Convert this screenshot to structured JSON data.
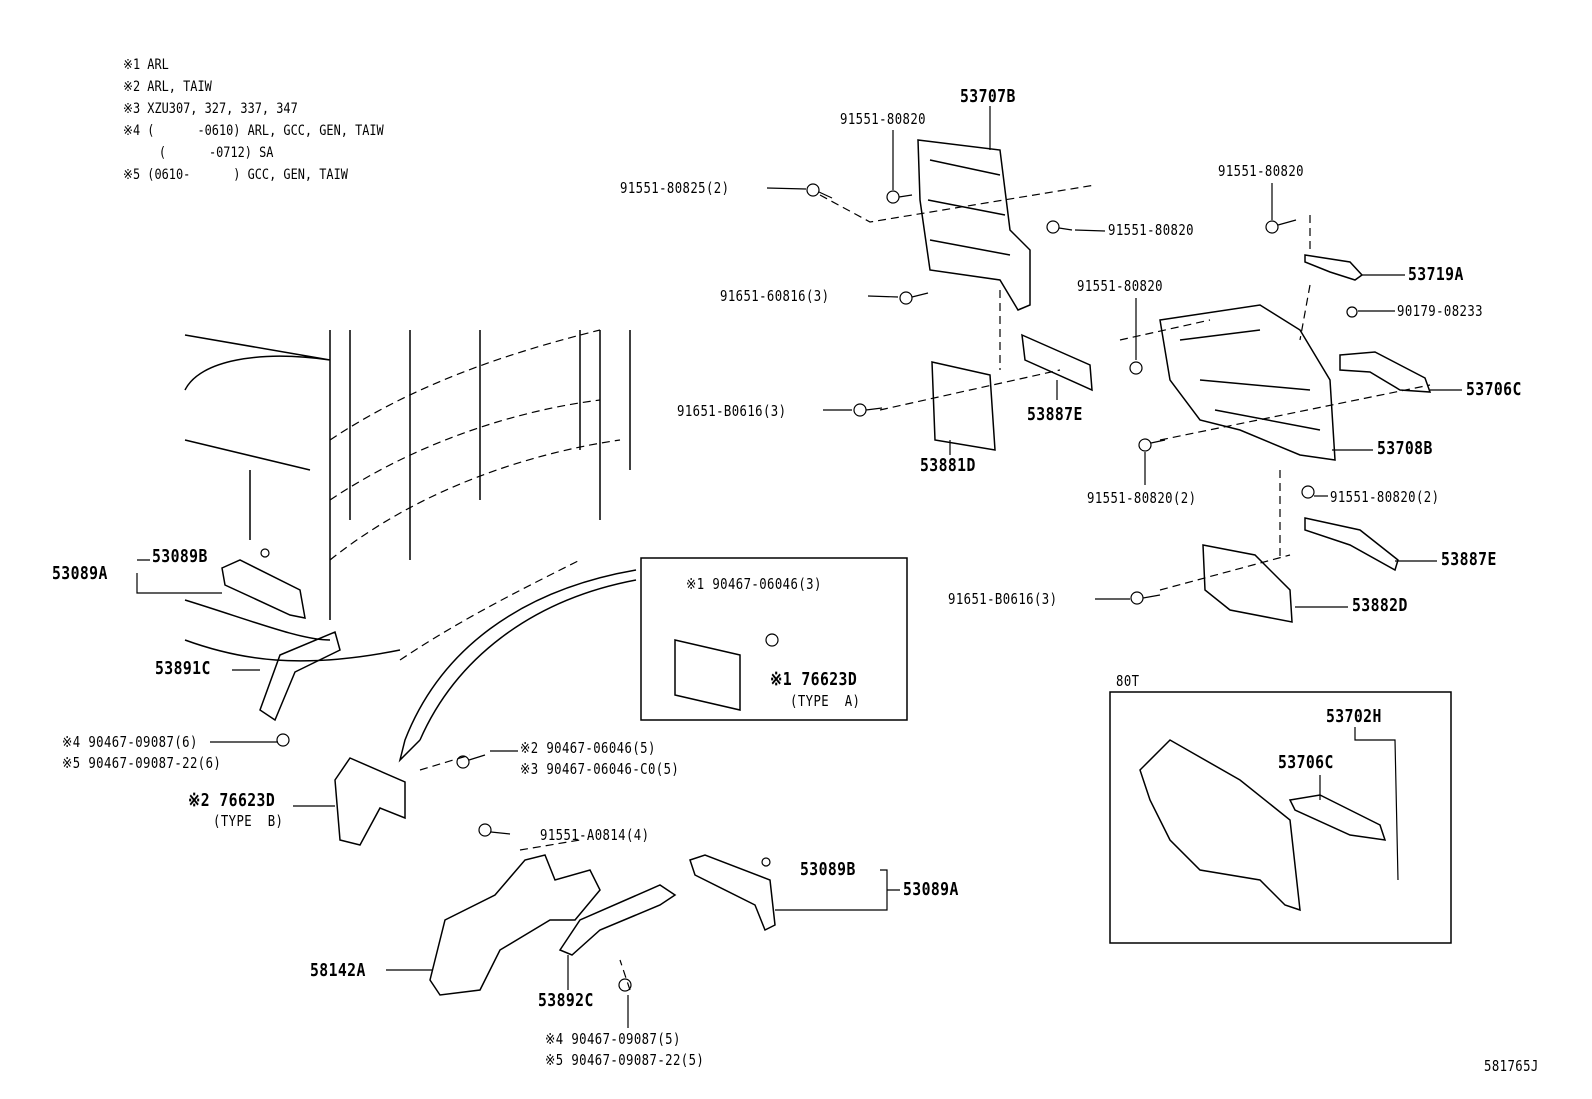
{
  "legend": [
    "※1 ARL",
    "※2 ARL, TAIW",
    "※3 XZU307, 327, 337, 347",
    "※4 (      -0610) ARL, GCC, GEN, TAIW",
    "     (      -0712) SA",
    "※5 (0610-      ) GCC, GEN, TAIW"
  ],
  "labels": [
    "53707B",
    "91551-80820",
    "91551-80825(2)",
    "91551-80820",
    "91651-60816(3)",
    "91651-B0616(3)",
    "53881D",
    "53887E",
    "91551-80820",
    "53719A",
    "91551-80820",
    "90179-08233",
    "53706C",
    "53708B",
    "91551-80820(2)",
    "91551-80820(2)",
    "53887E",
    "91651-B0616(3)",
    "53882D",
    "80T",
    "53702H",
    "53706C",
    "53089B",
    "53089A",
    "53891C",
    "※1 90467-06046(3)",
    "※1 76623D",
    "(TYPE  A)",
    "※4 90467-09087(6)",
    "※5 90467-09087-22(6)",
    "※2 90467-06046(5)",
    "※3 90467-06046-C0(5)",
    "※2 76623D",
    "(TYPE  B)",
    "91551-A0814(4)",
    "53089B",
    "53089A",
    "58142A",
    "53892C",
    "※4 90467-09087(5)",
    "※5 90467-09087-22(5)",
    "581765J"
  ]
}
